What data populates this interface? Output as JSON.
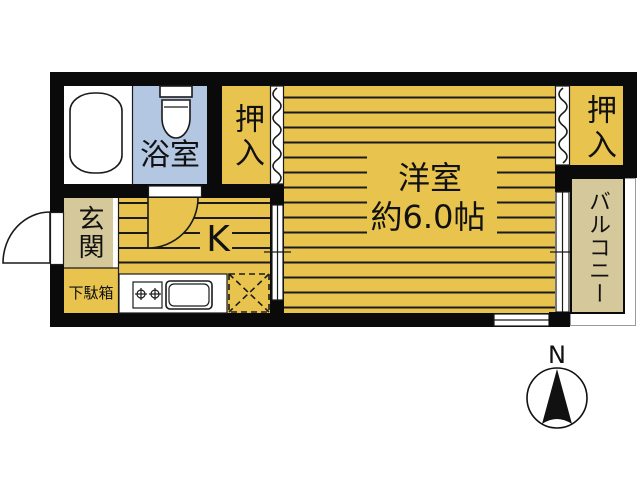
{
  "floor_plan": {
    "rooms": {
      "bathroom": {
        "label": "浴室"
      },
      "closet_west": {
        "label": "押入"
      },
      "western_room": {
        "label": "洋室",
        "size": "約6.0帖"
      },
      "closet_east": {
        "label": "押入"
      },
      "kitchen": {
        "label": "K"
      },
      "entrance": {
        "label": "玄関"
      },
      "shoe_cabinet": {
        "label": "下駄箱"
      },
      "balcony": {
        "label": "バルコニー"
      }
    },
    "fixtures": {
      "bathtub": "bathtub-icon",
      "toilet": "toilet-icon",
      "stove": "two-burner-stove-icon",
      "sink": "sink-icon",
      "refrigerator_space": "refrigerator-space-icon"
    }
  },
  "compass": {
    "label": "N",
    "icon": "north-arrow-icon"
  },
  "theme": {
    "floor": "#E8C44F",
    "bath": "#B3C6E2",
    "tan": "#D5C99B",
    "wall": "#0A0A0A",
    "line": "#1A1A1A"
  }
}
